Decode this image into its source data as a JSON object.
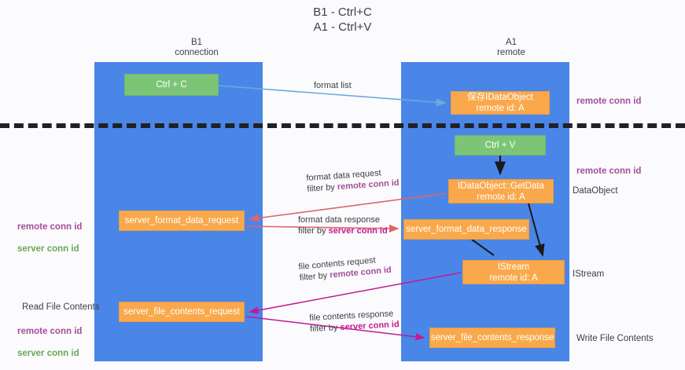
{
  "diagram": {
    "title": "B1 - Ctrl+C\nA1 - Ctrl+V",
    "columns": [
      {
        "label": "B1\nconnection"
      },
      {
        "label": "A1\nremote"
      }
    ],
    "nodes": [
      {
        "id": "ctrl-c",
        "text": "Ctrl + C",
        "color": "#7cc576"
      },
      {
        "id": "save-idataobject",
        "text": "保存IDataObject\nremote id: A",
        "color": "#f9a94b"
      },
      {
        "id": "ctrl-v",
        "text": "Ctrl + V",
        "color": "#7cc576"
      },
      {
        "id": "idataobject-getdata",
        "text": "IDataObject::GetData\nremote id: A",
        "color": "#f9a94b"
      },
      {
        "id": "server-format-data-request",
        "text": "server_format_data_request",
        "color": "#f9a94b"
      },
      {
        "id": "server-format-data-response",
        "text": "server_format_data_response",
        "color": "#f9a94b"
      },
      {
        "id": "istream",
        "text": "IStream\nremote id: A",
        "color": "#f9a94b"
      },
      {
        "id": "server-file-contents-request",
        "text": "server_file_contents_request",
        "color": "#f9a94b"
      },
      {
        "id": "server-file-contents-response",
        "text": "server_file_contents_response",
        "color": "#f9a94b"
      }
    ],
    "edge_labels": {
      "format_list": "format list",
      "format_data_request": "format data request",
      "format_data_request_filter_prefix": "filter by ",
      "format_data_request_filter_key": "remote conn id",
      "format_data_response": "format data response",
      "format_data_response_filter_prefix": "filter by ",
      "format_data_response_filter_key": "server conn id",
      "file_contents_request": "file contents request",
      "file_contents_request_filter_prefix": "filter by ",
      "file_contents_request_filter_key": "remote conn id",
      "file_contents_response": "file contents response",
      "file_contents_response_filter_prefix": "filter by ",
      "file_contents_response_filter_key": "server conn id"
    },
    "annotations": {
      "right_remote_conn_id_top": "remote conn id",
      "right_remote_conn_id_mid": "remote conn id",
      "right_dataobject": "DataObject",
      "right_istream": "IStream",
      "right_write_file_contents": "Write File Contents",
      "left_ids_top": "remote conn id\nserver conn id",
      "left_read_file_contents": "Read File Contents",
      "left_ids_bottom": "remote conn id\nserver conn id"
    },
    "colors": {
      "lane": "#4a86e8",
      "green_node": "#7cc576",
      "orange_node": "#f9a94b",
      "divider": "#202124",
      "edge_blue": "#6fa8dc",
      "edge_red": "#e06666",
      "edge_magenta": "#c21a96",
      "edge_black": "#1a1a1a",
      "text_purple": "#a64d9a",
      "text_green": "#6aa84f"
    }
  }
}
